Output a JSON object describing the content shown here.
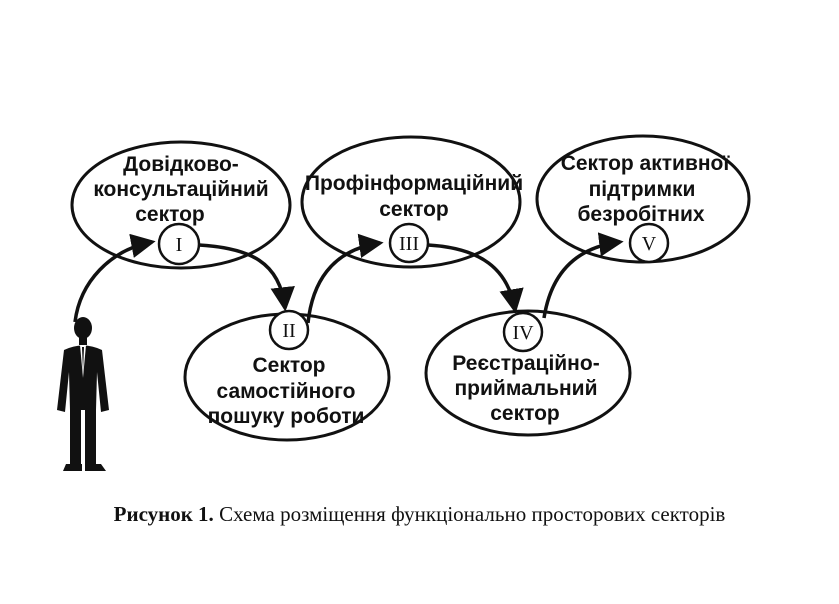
{
  "sectors": [
    {
      "numeral": "I",
      "lines": [
        "Довідково-",
        "консультаційний",
        "сектор"
      ]
    },
    {
      "numeral": "II",
      "lines": [
        "Сектор",
        "самостійного",
        "пошуку роботи"
      ]
    },
    {
      "numeral": "III",
      "lines": [
        "Профінформаційний",
        "сектор"
      ]
    },
    {
      "numeral": "IV",
      "lines": [
        "Реєстраційно-",
        "приймальний",
        "сектор"
      ]
    },
    {
      "numeral": "V",
      "lines": [
        "Сектор активної",
        "підтримки",
        "безробітних"
      ]
    }
  ],
  "caption": {
    "lead": "Рисунок 1.",
    "text": " Схема розміщення функціонально просторових секторів"
  },
  "colors": {
    "ink": "#111111",
    "paper": "#ffffff"
  },
  "icons": [
    "person-figure-icon"
  ]
}
